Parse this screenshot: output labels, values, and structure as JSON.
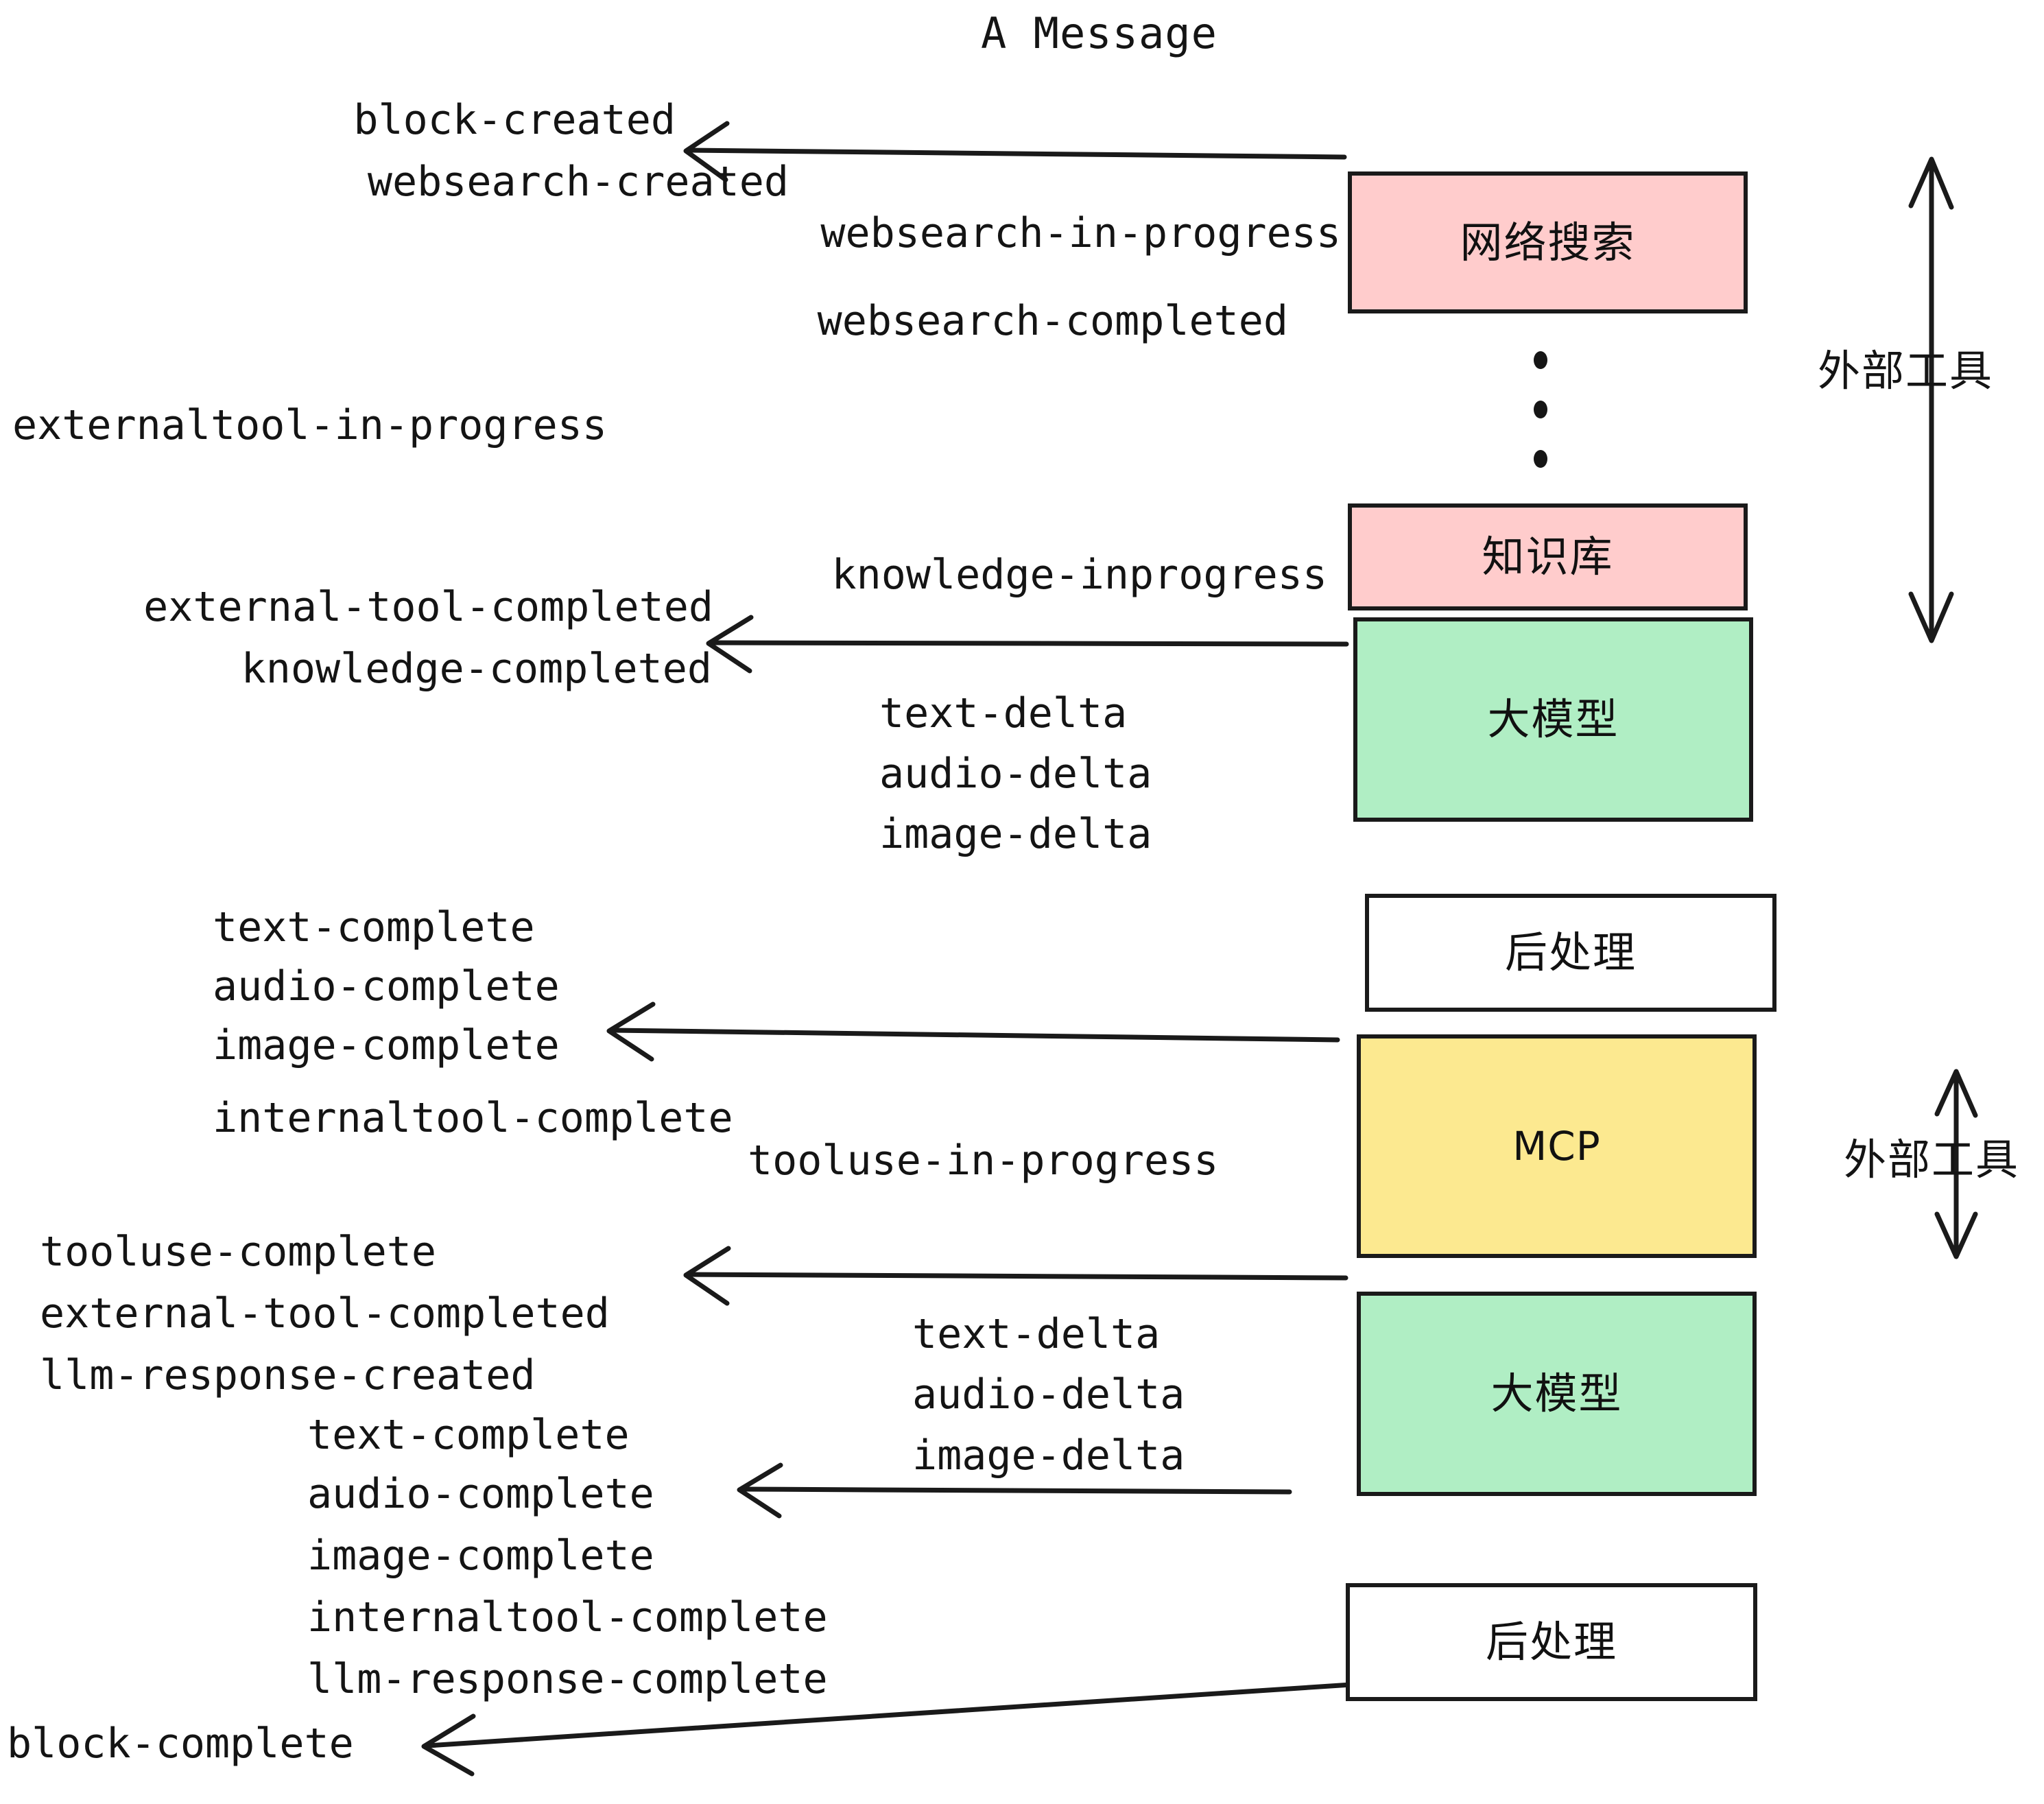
{
  "diagram": {
    "title": "A Message",
    "background": "#ffffff",
    "ink": "#1a1a1a",
    "colors": {
      "external_tool_pink": "#ffcccc",
      "llm_green": "#b0eec4",
      "mcp_yellow": "#fce990",
      "postprocess_white": "#ffffff"
    }
  },
  "nodes": [
    {
      "id": "websearch",
      "label": "网络搜索",
      "fill": "#ffcccc",
      "latin": false
    },
    {
      "id": "knowledge",
      "label": "知识库",
      "fill": "#ffcccc",
      "latin": false
    },
    {
      "id": "llm-1",
      "label": "大模型",
      "fill": "#b0eec4",
      "latin": false
    },
    {
      "id": "postproc-1",
      "label": "后处理",
      "fill": "#ffffff",
      "latin": false
    },
    {
      "id": "mcp",
      "label": "MCP",
      "fill": "#fce990",
      "latin": true
    },
    {
      "id": "llm-2",
      "label": "大模型",
      "fill": "#b0eec4",
      "latin": false
    },
    {
      "id": "postproc-2",
      "label": "后处理",
      "fill": "#ffffff",
      "latin": false
    }
  ],
  "side_labels": [
    {
      "id": "ext-tool-top",
      "text": "外部工具"
    },
    {
      "id": "ext-tool-bottom",
      "text": "外部工具"
    }
  ],
  "events": [
    {
      "id": "e01",
      "text": "block-created"
    },
    {
      "id": "e02",
      "text": "websearch-created"
    },
    {
      "id": "e03",
      "text": "websearch-in-progress"
    },
    {
      "id": "e04",
      "text": "websearch-completed"
    },
    {
      "id": "e05",
      "text": "externaltool-in-progress"
    },
    {
      "id": "e06",
      "text": "knowledge-inprogress"
    },
    {
      "id": "e07",
      "text": "external-tool-completed"
    },
    {
      "id": "e08",
      "text": "knowledge-completed"
    },
    {
      "id": "e09",
      "text": "text-delta"
    },
    {
      "id": "e10",
      "text": "audio-delta"
    },
    {
      "id": "e11",
      "text": "image-delta"
    },
    {
      "id": "e12",
      "text": "text-complete"
    },
    {
      "id": "e13",
      "text": "audio-complete"
    },
    {
      "id": "e14",
      "text": "image-complete"
    },
    {
      "id": "e15",
      "text": "internaltool-complete"
    },
    {
      "id": "e16",
      "text": "tooluse-in-progress"
    },
    {
      "id": "e17",
      "text": "tooluse-complete"
    },
    {
      "id": "e18",
      "text": "external-tool-completed"
    },
    {
      "id": "e19",
      "text": "llm-response-created"
    },
    {
      "id": "e20",
      "text": "text-complete"
    },
    {
      "id": "e21",
      "text": "audio-delta"
    },
    {
      "id": "e22",
      "text": "text-delta"
    },
    {
      "id": "e23",
      "text": "image-delta"
    },
    {
      "id": "e24",
      "text": "audio-complete"
    },
    {
      "id": "e25",
      "text": "image-complete"
    },
    {
      "id": "e26",
      "text": "internaltool-complete"
    },
    {
      "id": "e27",
      "text": "llm-response-complete"
    },
    {
      "id": "e28",
      "text": "block-complete"
    }
  ]
}
